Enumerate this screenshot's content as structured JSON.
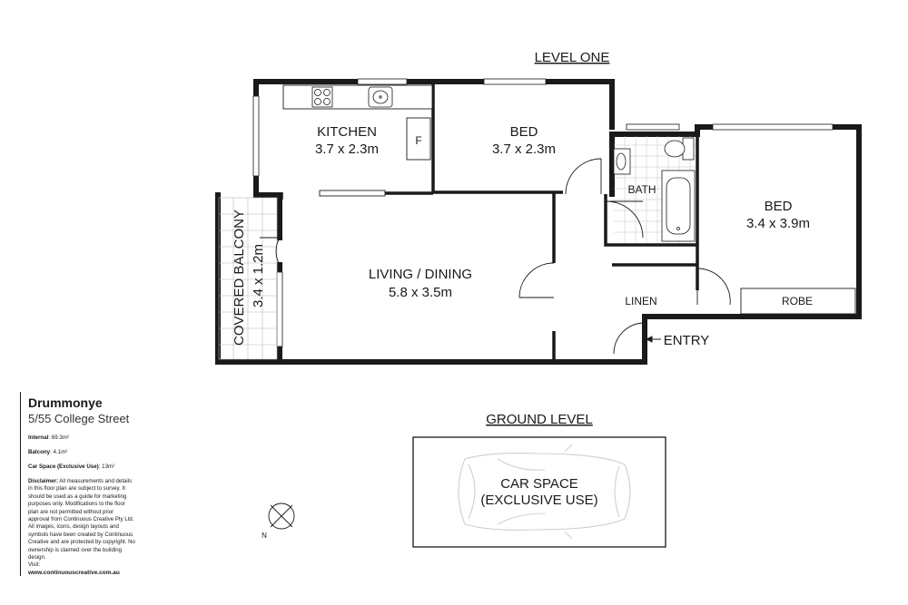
{
  "levels": {
    "level_one": "LEVEL ONE",
    "ground_level": "GROUND LEVEL"
  },
  "rooms": {
    "kitchen": {
      "name": "KITCHEN",
      "size": "3.7 x 2.3m"
    },
    "fridge": "F",
    "bed1": {
      "name": "BED",
      "size": "3.7 x 2.3m"
    },
    "bath": "BATH",
    "bed2": {
      "name": "BED",
      "size": "3.4 x 3.9m"
    },
    "robe": "ROBE",
    "linen": "LINEN",
    "living": {
      "name": "LIVING / DINING",
      "size": "5.8 x 3.5m"
    },
    "balcony": {
      "name": "COVERED BALCONY",
      "size": "3.4 x 1.2m"
    },
    "entry": "ENTRY",
    "car": {
      "line1": "CAR SPACE",
      "line2": "(EXCLUSIVE USE)"
    }
  },
  "compass": {
    "label": "N"
  },
  "info": {
    "suburb": "Drummonye",
    "address": "5/55 College Street",
    "internal_label": "Internal",
    "internal_value": ": 69.3m²",
    "balcony_label": "Balcony",
    "balcony_value": ": 4.1m²",
    "car_label": "Car Space (Exclusive Use)",
    "car_value": ": 13m²",
    "disclaimer_label": "Disclaimer:",
    "disclaimer_text": " All measurements and details in this floor plan are subject to survey. It should be used as a guide for marketing purposes only. Modifications to the floor plan are not permitted without prior approval from Continuous Creative Pty Ltd. All images, icons, design layouts and symbols have been created by Continuous Creative and are protected by copyright. No ownership is claimed over the building design.",
    "visit_label": "Visit:",
    "url": "www.continuouscreative.com.au"
  }
}
